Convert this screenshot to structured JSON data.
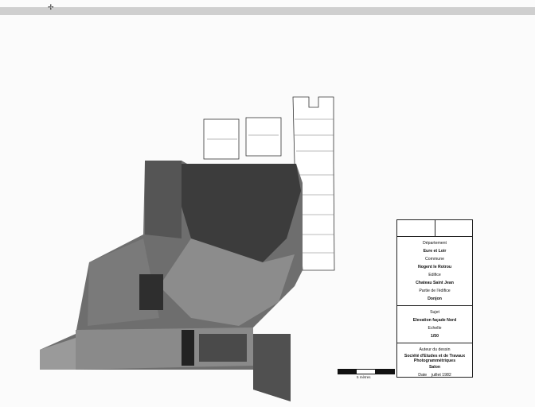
{
  "title_block": {
    "departement_label": "Département",
    "departement": "Eure et Loir",
    "commune_label": "Commune",
    "commune": "Nogent le Rotrou",
    "edifice_label": "Edifice",
    "edifice": "Chateau Saint Jean",
    "partie_label": "Partie de l'édifice",
    "partie": "Donjon",
    "sujet_label": "Sujet",
    "sujet": "Elevation façade Nord",
    "echelle_label": "Echelle",
    "echelle": "1/50",
    "auteur_label": "Auteur du dessin",
    "auteur_line1": "Société d'Etudes et de Travaux",
    "auteur_line2": "Photogrammétriques",
    "auteur_city": "Salon",
    "date_label": "Date",
    "date": "juillet 1982"
  },
  "scale_bar": {
    "label": "5 mètres"
  }
}
